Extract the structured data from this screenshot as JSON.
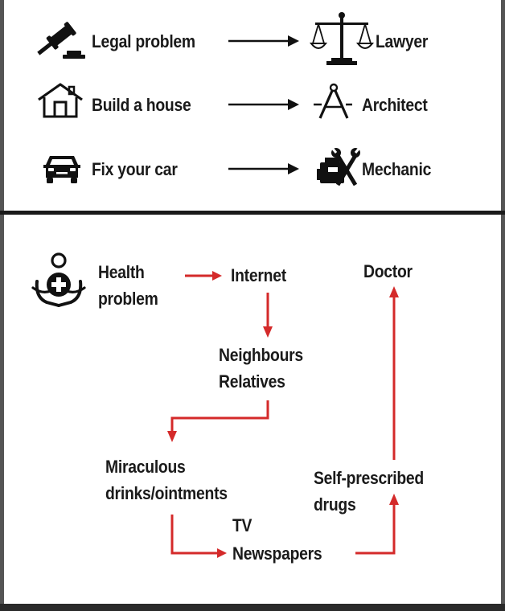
{
  "top_section": {
    "rows": [
      {
        "problem": "Legal problem",
        "professional": "Lawyer",
        "problem_icon": "gavel-icon",
        "professional_icon": "scales-of-justice-icon"
      },
      {
        "problem": "Build a house",
        "professional": "Architect",
        "problem_icon": "house-icon",
        "professional_icon": "drafting-compass-icon"
      },
      {
        "problem": "Fix your car",
        "professional": "Mechanic",
        "problem_icon": "car-icon",
        "professional_icon": "tools-icon"
      }
    ],
    "arrow_color": "#111111"
  },
  "bottom_section": {
    "health_icon": "health-person-icon",
    "nodes": {
      "health_problem": [
        "Health",
        "problem"
      ],
      "internet": "Internet",
      "doctor": "Doctor",
      "neighbours_relatives": [
        "Neighbours",
        "Relatives"
      ],
      "miraculous": [
        "Miraculous",
        "drinks/ointments"
      ],
      "self_prescribed": [
        "Self-prescribed",
        "drugs"
      ],
      "tv": "TV",
      "newspapers": "Newspapers"
    },
    "arrow_color": "#d42a2a"
  }
}
